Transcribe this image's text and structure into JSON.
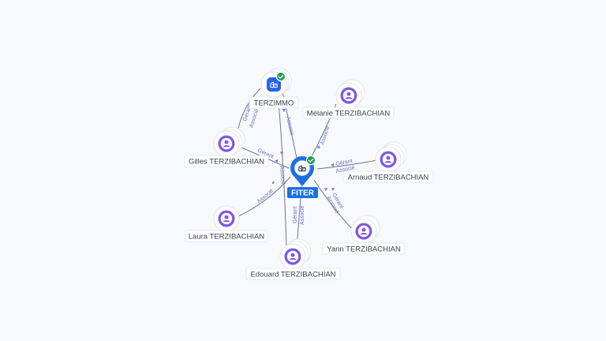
{
  "center": {
    "label": "FITER",
    "icon": "company-icon",
    "verified": true,
    "color": "#1e6fe0"
  },
  "nodes": [
    {
      "id": "terzimmo",
      "label": "TERZIMMO",
      "kind": "company",
      "verified": true
    },
    {
      "id": "melanie",
      "label": "Mélanie TERZIBACHIAN",
      "kind": "person"
    },
    {
      "id": "gilles",
      "label": "Gilles TERZIBACHIAN",
      "kind": "person"
    },
    {
      "id": "arnaud",
      "label": "Arnaud TERZIBACHIAN",
      "kind": "person"
    },
    {
      "id": "laura",
      "label": "Laura TERZIBACHIAN",
      "kind": "person"
    },
    {
      "id": "yann",
      "label": "Yann TERZIBACHIAN",
      "kind": "person"
    },
    {
      "id": "edouard",
      "label": "Edouard TERZIBACHIAN",
      "kind": "person"
    }
  ],
  "edges": [
    {
      "from": "terzimmo",
      "to": "FITER",
      "labels": [
        "Associé"
      ]
    },
    {
      "from": "gilles",
      "to": "terzimmo",
      "labels": [
        "Gérant",
        "Associé"
      ]
    },
    {
      "from": "melanie",
      "to": "FITER",
      "labels": [
        "Associé"
      ]
    },
    {
      "from": "gilles",
      "to": "FITER",
      "labels": [
        "Gérant",
        "Associé"
      ]
    },
    {
      "from": "arnaud",
      "to": "FITER",
      "labels": [
        "Gérant",
        "Associé"
      ]
    },
    {
      "from": "laura",
      "to": "FITER",
      "labels": [
        "Associé"
      ]
    },
    {
      "from": "yann",
      "to": "FITER",
      "labels": [
        "Gérant",
        "Associé"
      ]
    },
    {
      "from": "edouard",
      "to": "FITER",
      "labels": [
        "Gérant",
        "Associé"
      ]
    },
    {
      "from": "edouard",
      "to": "terzimmo",
      "labels": [
        "Gérant",
        "Associé"
      ]
    }
  ],
  "colors": {
    "person": "#7e57e6",
    "company": "#2563eb",
    "verified": "#1f9d55",
    "edge_label": "#6b6fc7"
  }
}
